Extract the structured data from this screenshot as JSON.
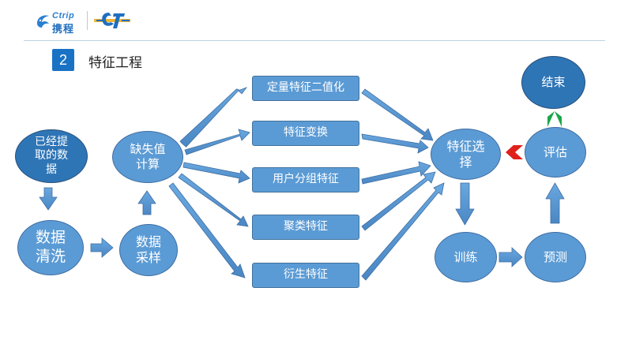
{
  "header": {
    "logo_text_en": "Ctrip",
    "logo_text_cn": "携程"
  },
  "section": {
    "number": "2",
    "title": "特征工程"
  },
  "nodes": {
    "extract": "已经提\n取的数\n据",
    "clean": "数据\n清洗",
    "sample": "数据\n采样",
    "missing": "缺失值\n计算",
    "binarize": "定量特征二值化",
    "transform": "特征变换",
    "group": "用户分组特征",
    "cluster": "聚类特征",
    "derived": "衍生特征",
    "select": "特征选\n择",
    "train": "训练",
    "predict": "预测",
    "evaluate": "评估",
    "end": "结束"
  },
  "colors": {
    "node_fill": "#5b9bd5",
    "node_dark_fill": "#2e75b6",
    "arrow_fill": "#5b9bd5",
    "accent_blue": "#1a72c4",
    "arrow_red": "#e0201b",
    "arrow_green": "#1aa64a"
  }
}
